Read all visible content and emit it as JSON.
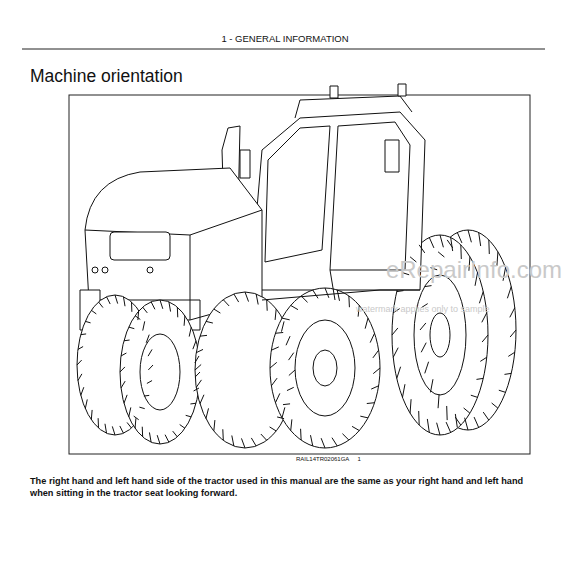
{
  "diagram": {
    "title": "Machine orientation",
    "caption": "The right hand and left hand side of the tractor used in this manual are the same as your right hand and left hand when sitting in the tractor seat looking forward.",
    "labels": [
      "1 - GENERAL INFORMATION",
      "RAIL14TR02061GA",
      "1",
      "eRepairInfo.com",
      "watermark applies only to sample"
    ]
  }
}
